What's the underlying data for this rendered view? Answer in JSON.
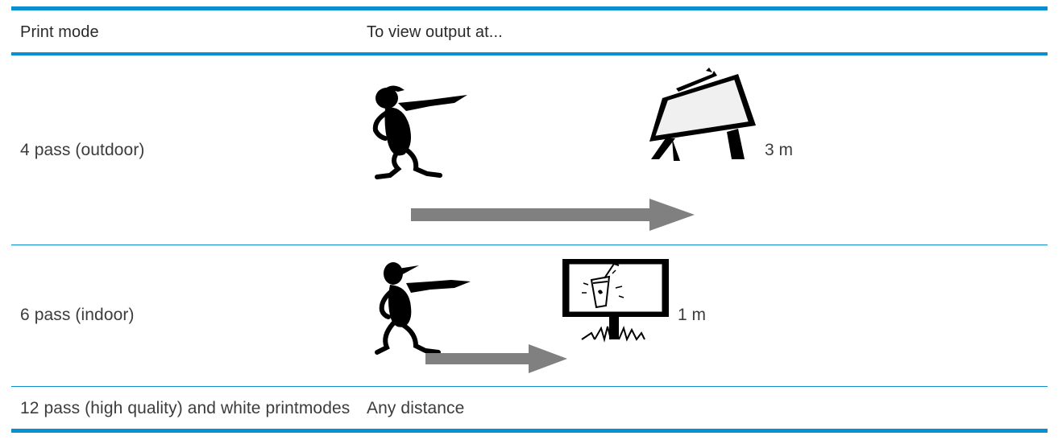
{
  "table": {
    "headers": {
      "col1": "Print mode",
      "col2": "To view output at..."
    },
    "rows": [
      {
        "mode": "4 pass (outdoor)",
        "distance": "3 m",
        "illustration": "person-pointing-at-large-billboard"
      },
      {
        "mode": "6 pass (indoor)",
        "distance": "1 m",
        "illustration": "person-pointing-at-small-sign"
      },
      {
        "mode": "12 pass (high quality) and white printmodes",
        "distance": "Any distance"
      }
    ],
    "colors": {
      "rule": "#0a8fd0",
      "arrow": "#808080",
      "figure": "#000000"
    }
  }
}
